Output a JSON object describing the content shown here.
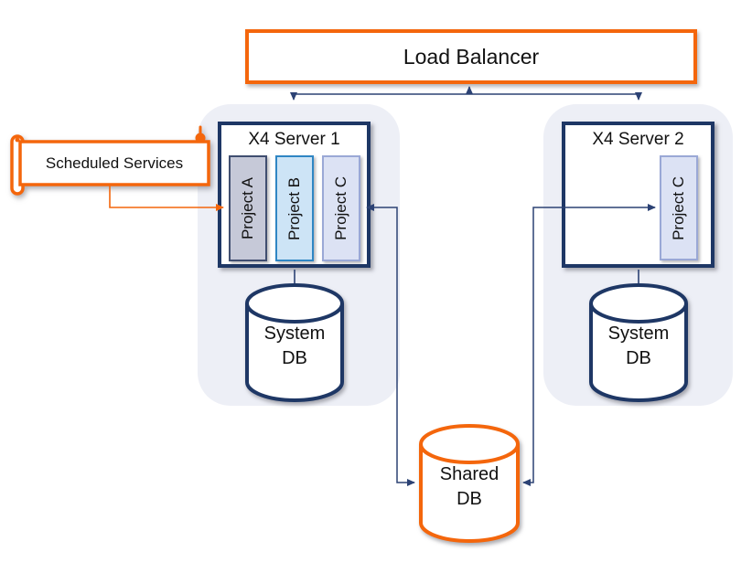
{
  "load_balancer": {
    "label": "Load Balancer"
  },
  "scheduled_services": {
    "label": "Scheduled Services"
  },
  "servers": [
    {
      "title": "X4 Server 1",
      "projects": [
        {
          "label": "Project A"
        },
        {
          "label": "Project B"
        },
        {
          "label": "Project C"
        }
      ],
      "database": {
        "line1": "System",
        "line2": "DB"
      }
    },
    {
      "title": "X4 Server 2",
      "projects": [
        {
          "label": "Project C"
        }
      ],
      "database": {
        "line1": "System",
        "line2": "DB"
      }
    }
  ],
  "shared_database": {
    "line1": "Shared",
    "line2": "DB"
  },
  "colors": {
    "accent_orange": "#f4660c",
    "navy_border": "#1e3765",
    "connector_navy": "#2c4274",
    "group_background": "#edeff6",
    "project_a_fill": "#c6c9d8",
    "project_b_fill": "#cde4f6",
    "project_c_fill": "#dce2f4"
  }
}
